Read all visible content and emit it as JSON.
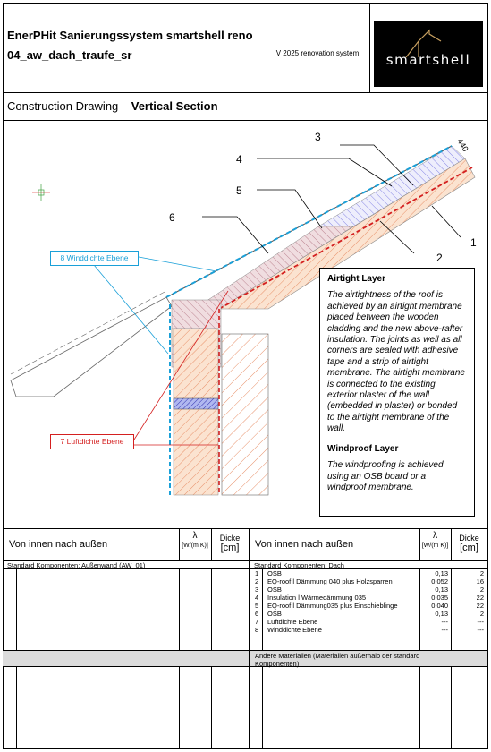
{
  "header": {
    "title_line1": "EnerPHit Sanierungssystem smartshell reno",
    "title_line2": "04_aw_dach_traufe_sr",
    "version": "V 2025 renovation system",
    "logo_text": "smartshell",
    "subtitle_prefix": "Construction Drawing – ",
    "subtitle_bold": "Vertical Section"
  },
  "drawing": {
    "callouts": [
      "1",
      "2",
      "3",
      "4",
      "5",
      "6"
    ],
    "dimension_label": "440",
    "tag_winddichte": "8 Winddichte Ebene",
    "tag_luftdichte": "7 Luftdichte Ebene",
    "colors": {
      "windproof": "#1aa0d8",
      "airtight": "#d42020",
      "osb": "#e8a87c",
      "insulation": "#7a7ae0"
    }
  },
  "info_box": {
    "airtight_title": "Airtight Layer",
    "airtight_text": "The airtightness of the roof is achieved by an airtight membrane placed between the wooden cladding and the new above-rafter insulation. The joints as well as all corners are sealed with adhesive tape and a strip of airtight membrane. The airtight membrane is connected to the existing exterior plaster of the wall (embedded in plaster) or bonded to the airtight membrane of the wall.",
    "windproof_title": "Windproof Layer",
    "windproof_text": "The windproofing is achieved using an OSB board or a windproof membrane."
  },
  "table": {
    "left_header": "Von innen nach außen",
    "right_header": "Von innen nach außen",
    "lambda_symbol": "λ",
    "lambda_unit": "[W/(m K)]",
    "thickness_label": "Dicke",
    "thickness_unit": "[cm]",
    "left_section": "Standard Komponenten: Außenwand (AW_01)",
    "right_section": "Standard Komponenten: Dach",
    "rows": [
      {
        "no": "1",
        "name": "OSB",
        "lambda": "0,13",
        "d": "2"
      },
      {
        "no": "2",
        "name": "EQ-roof l Dämmung 040 plus Holzsparren",
        "lambda": "0,052",
        "d": "16"
      },
      {
        "no": "3",
        "name": "OSB",
        "lambda": "0,13",
        "d": "2"
      },
      {
        "no": "4",
        "name": "Insulation  l  Wärmedämmung 035",
        "lambda": "0,035",
        "d": "22"
      },
      {
        "no": "5",
        "name": "EQ-roof l Dämmung035 plus Einschieblinge",
        "lambda": "0,040",
        "d": "22"
      },
      {
        "no": "6",
        "name": "OSB",
        "lambda": "0,13",
        "d": "2"
      },
      {
        "no": "7",
        "name": "Luftdichte Ebene",
        "lambda": "---",
        "d": "---"
      },
      {
        "no": "8",
        "name": "Winddichte Ebene",
        "lambda": "---",
        "d": "---"
      }
    ],
    "other_materials": "Andere Materialien (Materialien außerhalb der standard Komponenten)"
  }
}
